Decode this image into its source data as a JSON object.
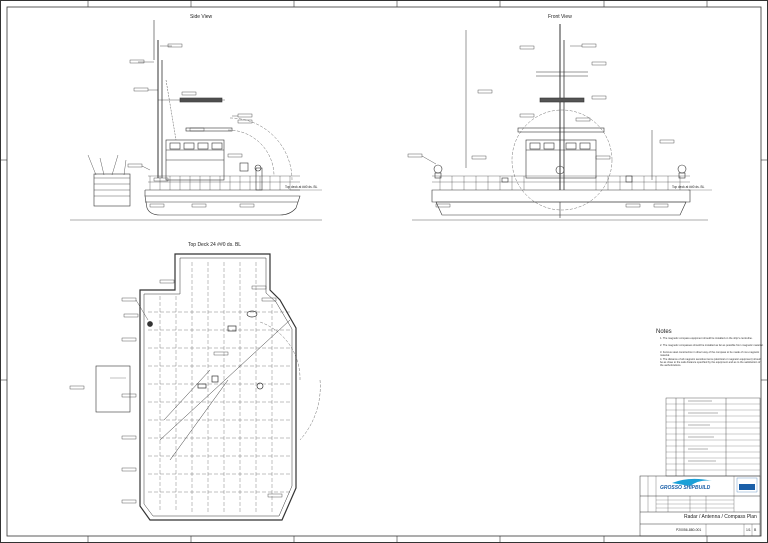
{
  "views": {
    "side_title": "Side View",
    "front_title": "Front View",
    "top_title": "Top Deck 24 ##0 ds. BL",
    "side_deck_label": "Top deck at ##0 ds. BL",
    "front_deck_label": "Top deck at ##0 ds. BL"
  },
  "notes": {
    "title": "Notes",
    "items": [
      "1. The magnetic compass equipment should be installed on the ship's centreline.",
      "2. The magnetic compasses should be installed as far as possible from magnetic material.",
      "3. Ferrous steel construction in direct way of the compass to be made of non-magnetic material.",
      "4. The distance of all magnetic sensitive items (electrical or magnetic equipment) should be as close to the safe distance specified by the equipment and as to the satisfaction of the authorizations."
    ]
  },
  "title_block": {
    "company": "GROSSO SHIPBUILD",
    "drawing_title": "Radar / Antenna / Compass Plan",
    "drawing_number": "P20056-880-001",
    "sheet": "1/1",
    "revision": "B"
  },
  "colors": {
    "line": "#333333",
    "logo_blue": "#1a5fa8",
    "logo_cyan": "#1aa0d8"
  }
}
